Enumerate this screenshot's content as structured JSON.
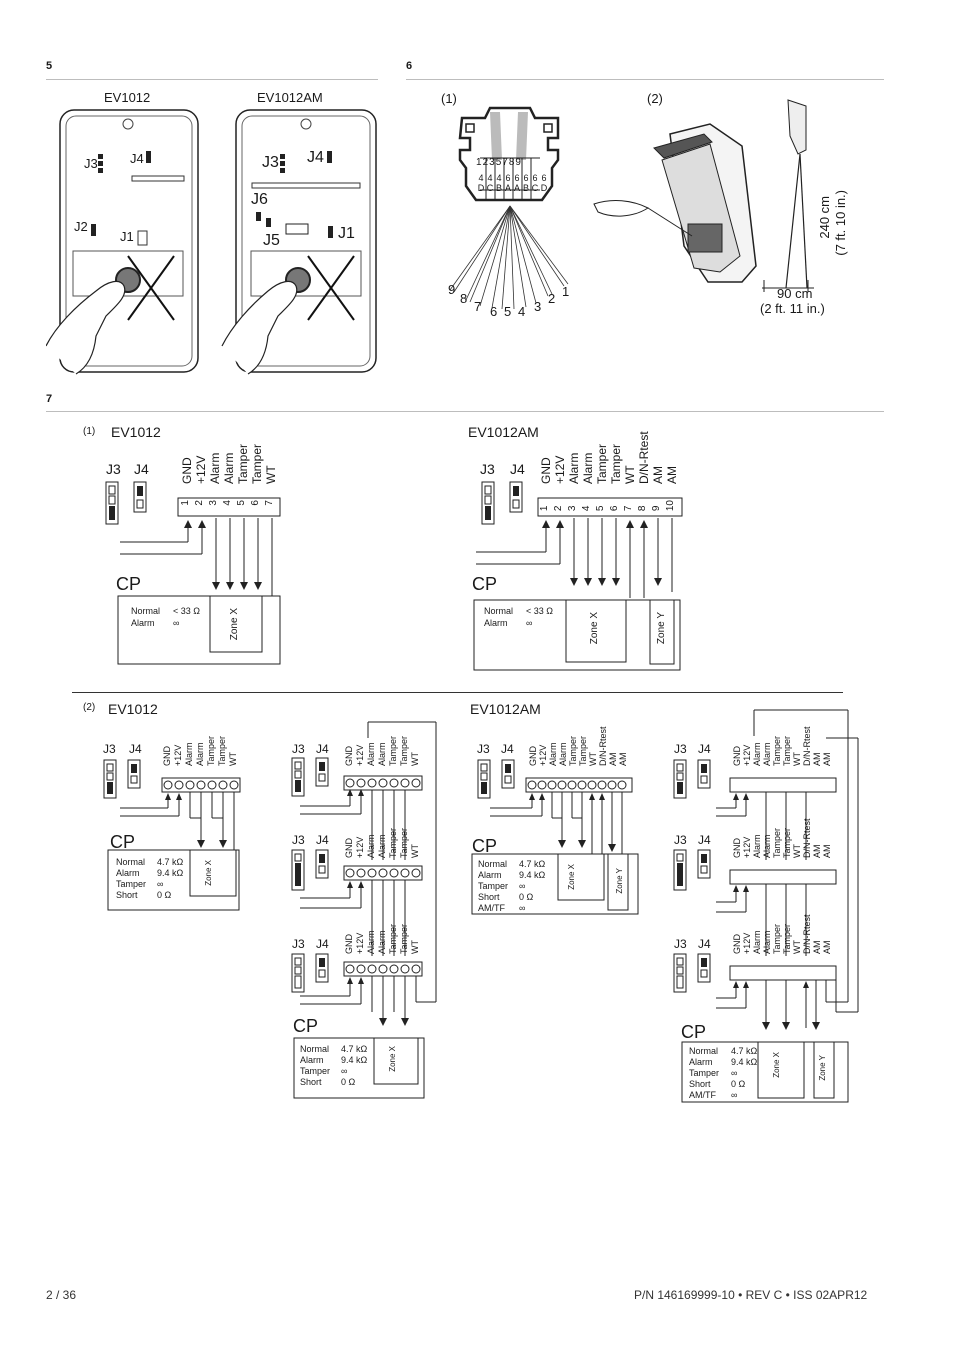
{
  "sections": [
    {
      "number": "5"
    },
    {
      "number": "6"
    },
    {
      "number": "7"
    }
  ],
  "fig5": {
    "models": [
      "EV1012",
      "EV1012AM"
    ],
    "jumpers_ev1012": [
      "J3",
      "J4",
      "J2",
      "J1"
    ],
    "jumpers_ev1012am": [
      "J3",
      "J4",
      "J6",
      "J5",
      "J1"
    ]
  },
  "fig6": {
    "sub1": "(1)",
    "sub2": "(2)",
    "slot_numbers": [
      "1",
      "2",
      "3",
      "5",
      "7",
      "8",
      "9"
    ],
    "slot_codes": [
      "4D",
      "4C",
      "4B",
      "6A",
      "6A",
      "6B",
      "6C",
      "6D"
    ],
    "fan_numbers": [
      "9",
      "8",
      "7",
      "6",
      "5",
      "4",
      "3",
      "2",
      "1"
    ],
    "height": "240 cm",
    "height_ft": "(7 ft. 10 in.)",
    "distance": "90 cm",
    "distance_ft": "(2 ft. 11 in.)"
  },
  "fig7": {
    "sub1": "(1)",
    "sub2": "(2)",
    "ev1012": "EV1012",
    "ev1012am": "EV1012AM",
    "j3": "J3",
    "j4": "J4",
    "cp": "CP",
    "terms_ev1012": [
      "GND",
      "+12V",
      "Alarm",
      "Alarm",
      "Tamper",
      "Tamper",
      "WT"
    ],
    "terms_ev1012am": [
      "GND",
      "+12V",
      "Alarm",
      "Alarm",
      "Tamper",
      "Tamper",
      "WT",
      "D/N-Rtest",
      "AM",
      "AM"
    ],
    "term_nums_7": [
      "1",
      "2",
      "3",
      "4",
      "5",
      "6",
      "7"
    ],
    "term_nums_10": [
      "1",
      "2",
      "3",
      "4",
      "5",
      "6",
      "7",
      "8",
      "9",
      "10"
    ],
    "table1": [
      [
        "Normal",
        "< 33 Ω"
      ],
      [
        "Alarm",
        "∞"
      ]
    ],
    "table2": [
      [
        "Normal",
        "4.7 kΩ"
      ],
      [
        "Alarm",
        "9.4 kΩ"
      ],
      [
        "Tamper",
        "∞"
      ],
      [
        "Short",
        "0 Ω"
      ]
    ],
    "table2am": [
      [
        "Normal",
        "4.7 kΩ"
      ],
      [
        "Alarm",
        "9.4 kΩ"
      ],
      [
        "Tamper",
        "∞"
      ],
      [
        "Short",
        "0 Ω"
      ],
      [
        "AM/TF",
        "∞"
      ]
    ],
    "zone_x": "Zone X",
    "zone_y": "Zone Y"
  },
  "footer": {
    "page": "2 / 36",
    "pn": "P/N 146169999-10 • REV C • ISS 02APR12"
  }
}
